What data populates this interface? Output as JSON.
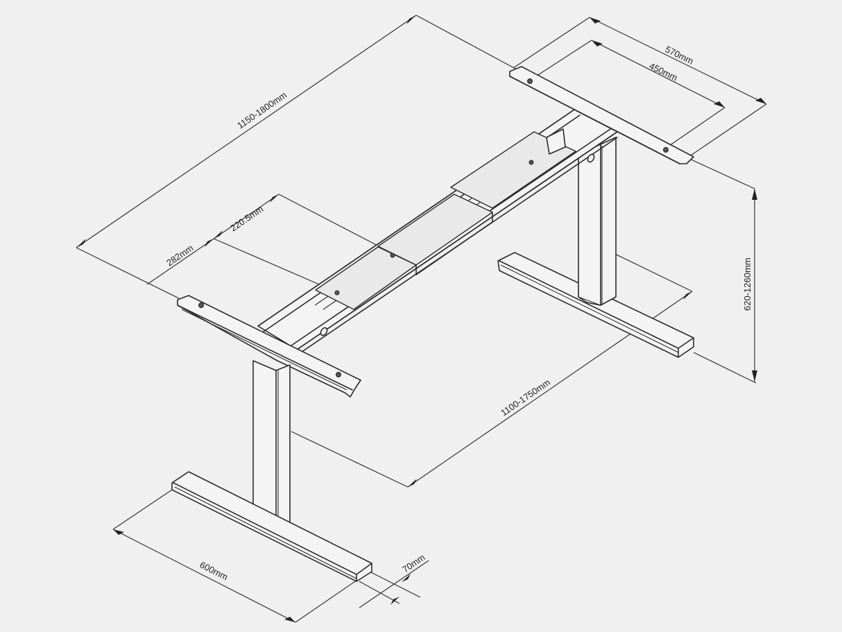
{
  "drawing": {
    "subject": "Electric height-adjustable desk frame (isometric dimension drawing)",
    "line_color": "#2a2a2a",
    "background_color": "#f0f0f0",
    "dimensions": {
      "overall_width": "1150-1800mm",
      "top_bracket_outer": "570mm",
      "top_bracket_hole_spacing": "450mm",
      "hole_offset_inner": "220.5mm",
      "hole_offset_outer": "282mm",
      "height_range": "620-1260mm",
      "foot_spacing": "1100-1750mm",
      "foot_length": "600mm",
      "foot_width": "70mm"
    }
  }
}
